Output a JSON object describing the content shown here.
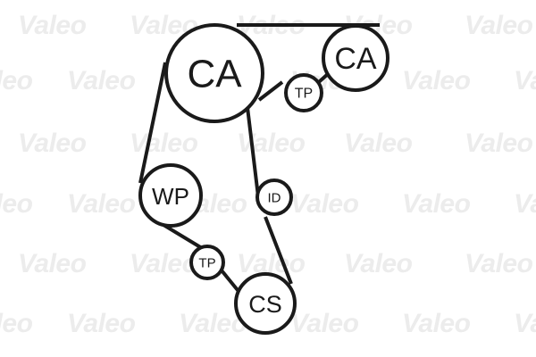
{
  "watermark_text": "Valeo",
  "pulleys": [
    {
      "id": "ca1",
      "label": "CA"
    },
    {
      "id": "ca2",
      "label": "CA"
    },
    {
      "id": "tp1",
      "label": "TP"
    },
    {
      "id": "wp",
      "label": "WP"
    },
    {
      "id": "id",
      "label": "ID"
    },
    {
      "id": "tp2",
      "label": "TP"
    },
    {
      "id": "cs",
      "label": "CS"
    }
  ],
  "colors": {
    "line": "#1a1a1a",
    "watermark": "#ececec",
    "background": "#ffffff"
  }
}
